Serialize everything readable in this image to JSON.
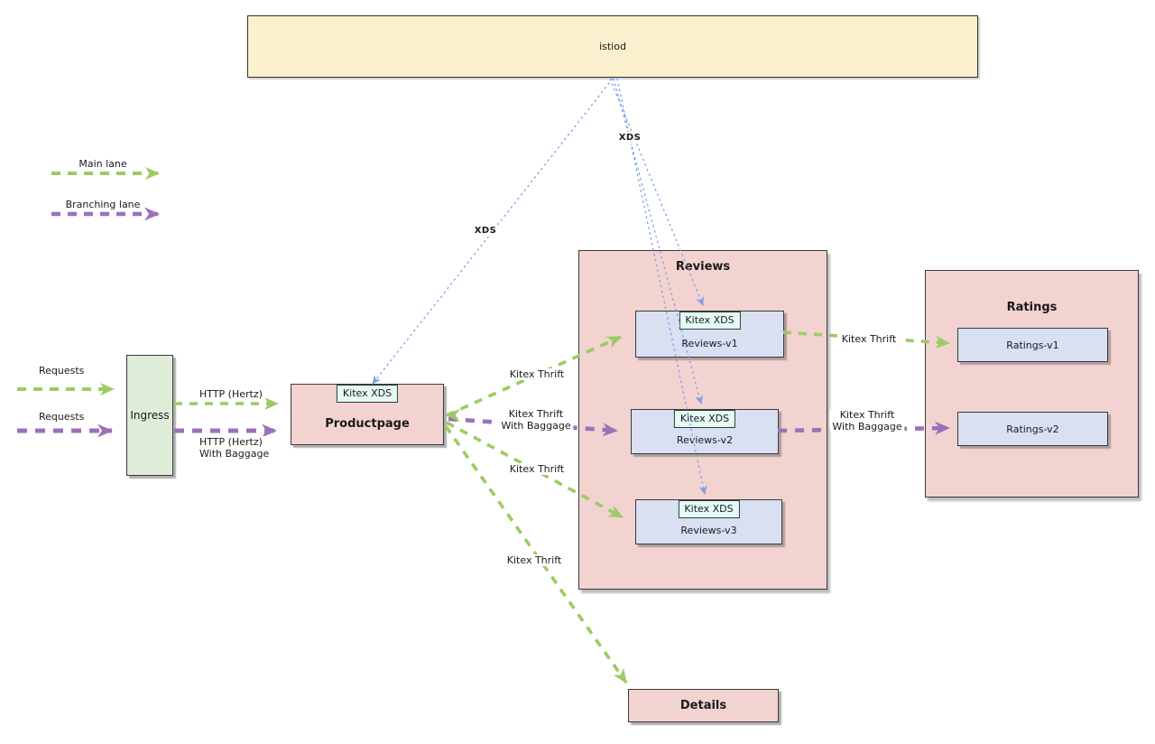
{
  "legend": {
    "main": {
      "label": "Main lane"
    },
    "branching": {
      "label": "Branching lane"
    }
  },
  "nodes": {
    "istiod": {
      "label": "istiod"
    },
    "ingress": {
      "label": "Ingress"
    },
    "productpage": {
      "label": "Productpage",
      "badge": "Kitex XDS"
    },
    "reviews": {
      "label": "Reviews",
      "children": [
        {
          "label": "Reviews-v1",
          "badge": "Kitex XDS"
        },
        {
          "label": "Reviews-v2",
          "badge": "Kitex XDS"
        },
        {
          "label": "Reviews-v3",
          "badge": "Kitex XDS"
        }
      ]
    },
    "ratings": {
      "label": "Ratings",
      "children": [
        {
          "label": "Ratings-v1"
        },
        {
          "label": "Ratings-v2"
        }
      ]
    },
    "details": {
      "label": "Details"
    }
  },
  "edge_labels": {
    "requests_main": "Requests",
    "requests_branching": "Requests",
    "ingress_to_productpage_main": "HTTP (Hertz)",
    "ingress_to_productpage_branching": "HTTP (Hertz)\nWith Baggage",
    "productpage_to_reviews_v1": "Kitex Thrift",
    "productpage_to_reviews_v2": "Kitex Thrift\nWith Baggage",
    "productpage_to_reviews_v3": "Kitex Thrift",
    "productpage_to_details": "Kitex Thrift",
    "reviews_v1_to_ratings_v1": "Kitex Thrift",
    "reviews_v2_to_ratings_v2": "Kitex Thrift\nWith Baggage",
    "xds_to_productpage": "XDS",
    "xds_to_reviews": "XDS"
  },
  "colors": {
    "main_lane_green": "#9ccb63",
    "branching_lane_purple": "#9a71ba",
    "xds_blue": "#7e9fe6",
    "istiod_fill": "#faf0cd",
    "ingress_fill": "#dfecd8",
    "group_fill": "#f2d3d0",
    "service_fill": "#d8e0f2",
    "badge_fill": "#e4fbf5"
  }
}
